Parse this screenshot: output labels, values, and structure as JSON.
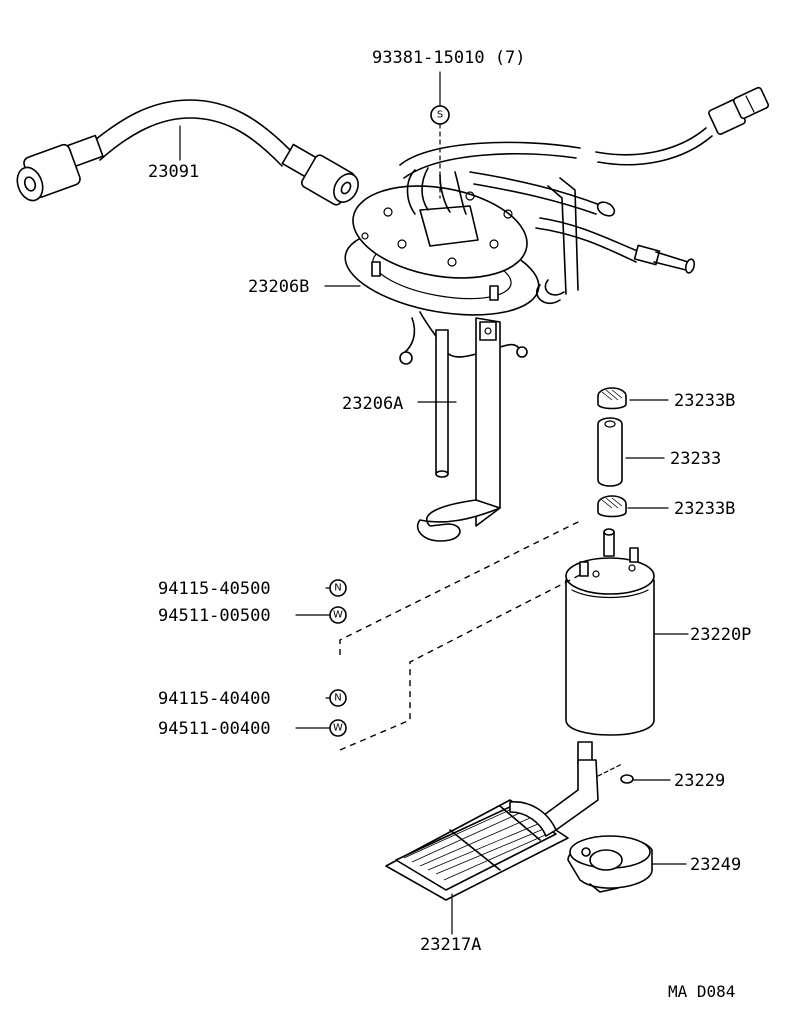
{
  "parts": {
    "p93381": "93381-15010 (7)",
    "p23091": "23091",
    "p23206B": "23206B",
    "p23206A": "23206A",
    "p23233B_top": "23233B",
    "p23233": "23233",
    "p23233B_bottom": "23233B",
    "p94115_40500": "94115-40500",
    "p94511_00500": "94511-00500",
    "p23220P": "23220P",
    "p94115_40400": "94115-40400",
    "p94511_00400": "94511-00400",
    "p23229": "23229",
    "p23249": "23249",
    "p23217A": "23217A"
  },
  "symbols": {
    "s": "S",
    "n": "N",
    "w": "W"
  },
  "figure_code": "MA D084"
}
